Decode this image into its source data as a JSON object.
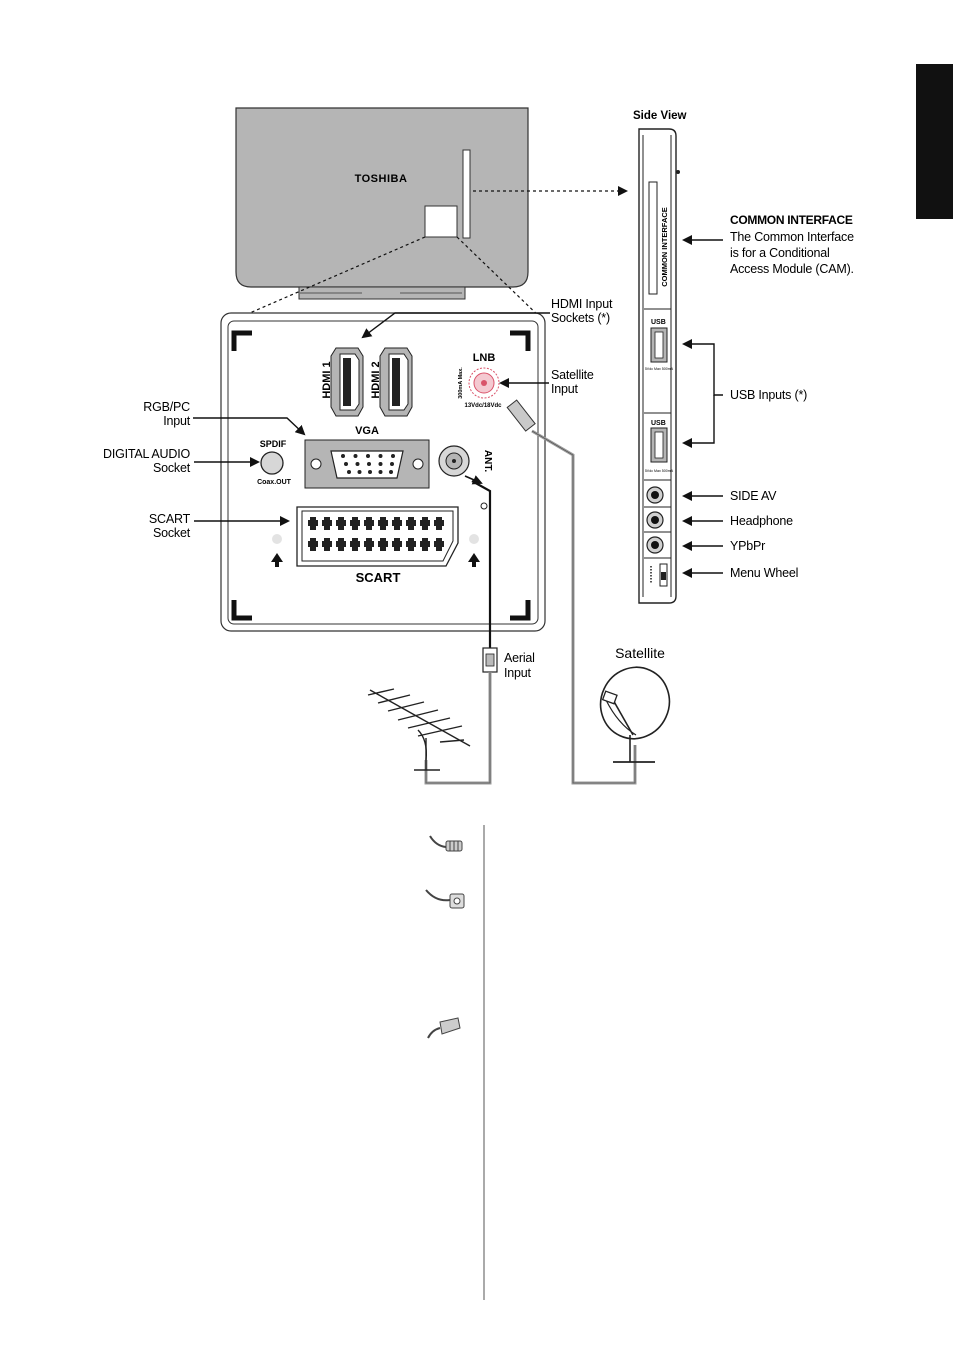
{
  "brand": "TOSHIBA",
  "side_view": {
    "title": "Side View",
    "slot_label": "COMMON INTERFACE",
    "usb_label": "USB",
    "usb1_spec": "5Vdc Max 500mA",
    "usb2_spec": "5Vdc Max 500mA"
  },
  "rear_panel": {
    "hdmi1": "HDMI 1",
    "hdmi2": "HDMI 2",
    "lnb": "LNB",
    "lnb_max": "300mA Max.",
    "lnb_volt": "13Vdc/18Vdc",
    "vga": "VGA",
    "spdif": "SPDIF",
    "coax_out": "Coax.OUT",
    "ant": "ANT.",
    "scart": "SCART"
  },
  "callouts": {
    "hdmi_input": [
      "HDMI Input",
      "Sockets (*)"
    ],
    "satellite_input": [
      "Satellite",
      "Input"
    ],
    "rgb_pc": [
      "RGB/PC",
      "Input"
    ],
    "digital_audio": [
      "DIGITAL AUDIO",
      "Socket"
    ],
    "scart_socket": [
      "SCART",
      "Socket"
    ],
    "aerial_input": [
      "Aerial",
      "Input"
    ],
    "satellite": "Satellite",
    "common_interface_title": "COMMON INTERFACE",
    "common_interface_desc": [
      "The Common Interface",
      "is for a Conditional",
      "Access Module (CAM)."
    ],
    "usb_inputs": "USB Inputs (*)",
    "side_av": "SIDE AV",
    "headphone": "Headphone",
    "ypbpr": "YPbPr",
    "menu_wheel": "Menu Wheel"
  },
  "colors": {
    "tv_body": "#b5b5b5",
    "tab": "#111111",
    "cable": "#9a9a9a",
    "lnb_ring": "#d9536a"
  }
}
